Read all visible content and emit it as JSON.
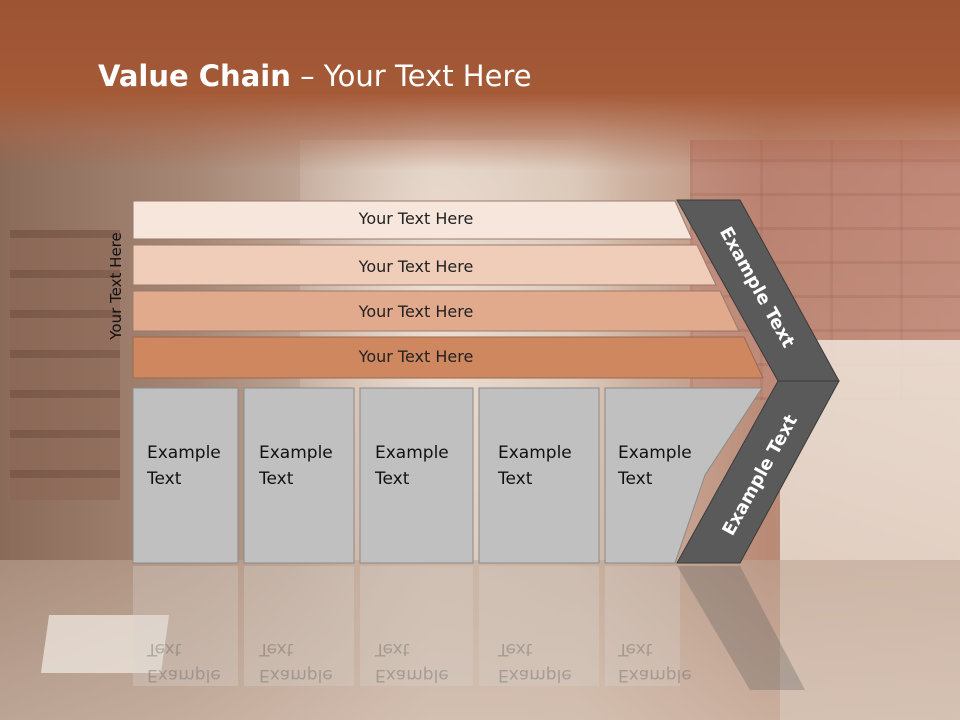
{
  "slide": {
    "title_bold": "Value Chain",
    "title_rest": " – Your Text Here"
  },
  "side_label": "Your Text Here",
  "rows": [
    {
      "label": "Your Text Here"
    },
    {
      "label": "Your Text Here"
    },
    {
      "label": "Your Text Here"
    },
    {
      "label": "Your Text Here"
    }
  ],
  "columns": [
    {
      "line1": "Example",
      "line2": "Text"
    },
    {
      "line1": "Example",
      "line2": "Text"
    },
    {
      "line1": "Example",
      "line2": "Text"
    },
    {
      "line1": "Example",
      "line2": "Text"
    },
    {
      "line1": "Example",
      "line2": "Text"
    }
  ],
  "chevron": {
    "upper_label": "Example Text",
    "lower_label": "Example Text"
  },
  "colors": {
    "header": "#a55a37",
    "row1": "#f6e6dc",
    "row2": "#efcdb9",
    "row3": "#e2aa8c",
    "row4": "#cf8760",
    "column_fill": "#c0c0c0",
    "chevron": "#5a5a5a"
  }
}
